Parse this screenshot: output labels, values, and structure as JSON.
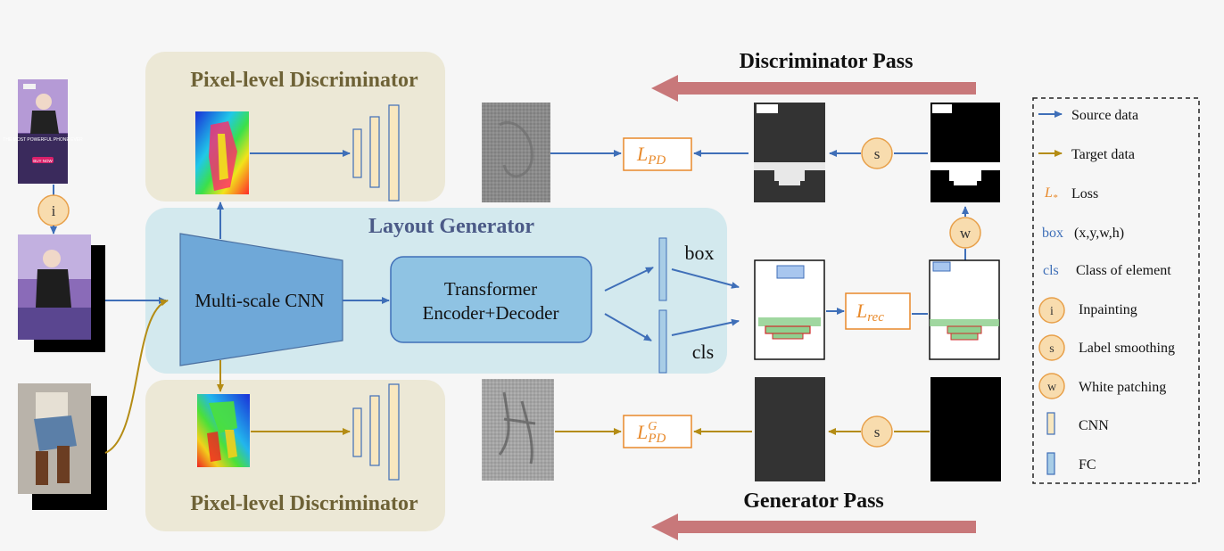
{
  "panels": {
    "discriminator_top_title": "Pixel-level Discriminator",
    "discriminator_bottom_title": "Pixel-level Discriminator",
    "generator_title": "Layout Generator",
    "cnn_label": "Multi-scale CNN",
    "transformer_label_line1": "Transformer",
    "transformer_label_line2": "Encoder+Decoder",
    "box_label": "box",
    "cls_label": "cls"
  },
  "passes": {
    "discriminator_pass": "Discriminator Pass",
    "generator_pass": "Generator Pass"
  },
  "losses": {
    "pd_main": "L",
    "pd_sub": "PD",
    "pdg_main": "L",
    "pdg_sup": "G",
    "pdg_sub": "PD",
    "rec_main": "L",
    "rec_sub": "rec"
  },
  "nodes": {
    "inpainting_symbol": "i",
    "smoothing_symbol": "s",
    "white_patch_symbol": "w"
  },
  "poster": {
    "headline": "THE MOST POWERFUL PHONE EVER",
    "button": "BUY NOW"
  },
  "legend": {
    "source_data": "Source data",
    "target_data": "Target data",
    "loss_symbol": "L",
    "loss_sub": "*",
    "loss": "Loss",
    "box_key": "box",
    "box_desc": "(x,y,w,h)",
    "cls_key": "cls",
    "cls_desc": "Class of element",
    "i_symbol": "i",
    "inpainting": "Inpainting",
    "s_symbol": "s",
    "label_smoothing": "Label smoothing",
    "w_symbol": "w",
    "white_patching": "White patching",
    "cnn": "CNN",
    "fc": "FC"
  },
  "colors": {
    "source": "#3f6fb8",
    "target": "#b48c14",
    "loss": "#e8892a",
    "pass_arrow": "#c8787a",
    "disc_panel": "#ece8d6",
    "gen_panel": "#cde6ec",
    "generator_title": "#4b5a87",
    "disc_title": "#6e6236",
    "cnn_block": "#f8e7bf",
    "fc_block": "#a8cde6",
    "node_fill": "#f8dcae"
  }
}
